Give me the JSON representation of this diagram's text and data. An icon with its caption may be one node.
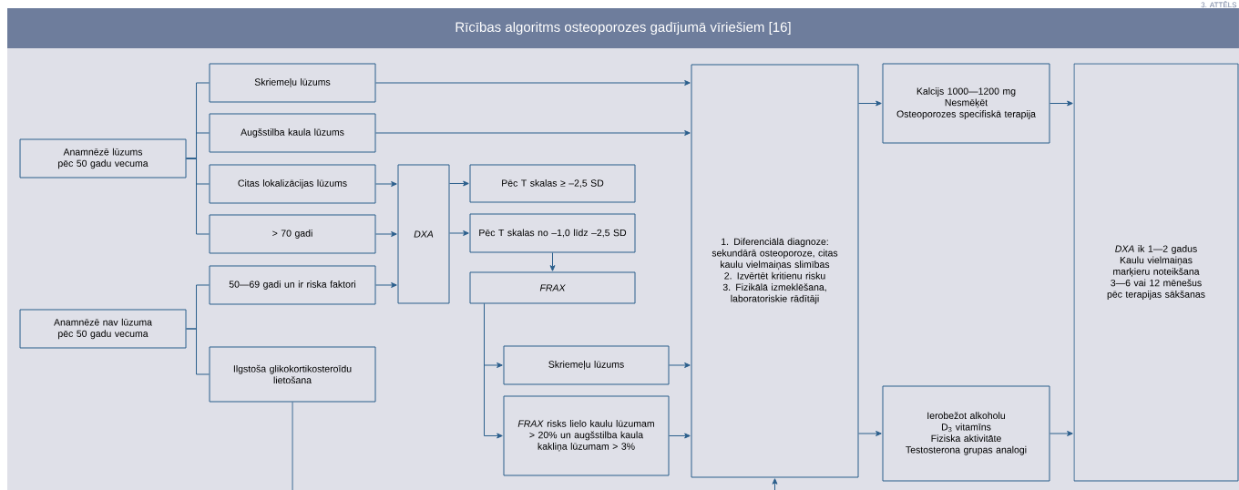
{
  "diagram": {
    "title": "Rīcības algoritms osteoporozes gadījumā vīriešiem [16]",
    "nodes": [
      {
        "text": [
          "Anamnēzē lūzums pēc 50 gadu vecuma"
        ]
      },
      {
        "text": [
          "Skriemeļu lūzums"
        ]
      },
      {
        "text": [
          "Augšstilba kaula lūzums"
        ]
      },
      {
        "text": [
          "Citas lokalizācijas lūzums"
        ]
      },
      {
        "text": [
          "> 70 gadi"
        ]
      },
      {
        "text": [
          "50—69 gadi un ir riska faktori"
        ]
      },
      {
        "text": [
          "Anamnēzē nav lūzuma pēc 50 gadu vecuma"
        ]
      },
      {
        "text": [
          "Ilgstoša glikokortikosteroīdu lietošana"
        ]
      },
      {
        "text": [
          "DXA"
        ]
      },
      {
        "text": [
          "Pēc T skalas ≥ –2,5 SD"
        ]
      },
      {
        "text": [
          "Pēc T skalas no –1,0 līdz –2,5 SD"
        ]
      },
      {
        "text": [
          "FRAX"
        ]
      },
      {
        "text": [
          "Skriemeļu lūzums"
        ]
      },
      {
        "text": [
          "*FRAX* risks lielo kaulu lūzumam > 20% un augšstilba kaula kakliņa lūzumam > 3%"
        ]
      },
      {
        "text": [
          "1. Diferenciālā diagnoze: sekundārā osteoporoze, citas kaulu vielmaiņas slimības",
          "2. Izvērtēt kritienu risku",
          "3. Fizikālā izmeklēšana, laboratoriskie rādītāji"
        ]
      },
      {
        "text": [
          "Kalcijs 1000—1200 mg",
          "Nesmēķēt",
          "Osteoporozes specifiskā terapija"
        ]
      },
      {
        "text": [
          "Ierobežot alkoholu",
          "D$_{3}$ vitamīns",
          "Fiziska aktivitāte",
          "Testosterona grupas analogi"
        ]
      },
      {
        "text": [
          "*DXA* ik 1—2 gadus",
          "Kaulu vielmaiņas marķieru noteikšana",
          "3—6 vai 12 mēnešus pēc terapijas sākšanas"
        ]
      }
    ],
    "edges": [
      {
        "from": 0,
        "to": 1,
        "arrow": "none"
      },
      {
        "from": 0,
        "to": 2,
        "arrow": "none"
      },
      {
        "from": 0,
        "to": 3,
        "arrow": "none"
      },
      {
        "from": 0,
        "to": 4,
        "arrow": "none"
      },
      {
        "from": 6,
        "to": 5,
        "arrow": "none"
      },
      {
        "from": 6,
        "to": 7,
        "arrow": "none"
      },
      {
        "from": 1,
        "to": 14,
        "arrow": "to"
      },
      {
        "from": 2,
        "to": 14,
        "arrow": "to"
      },
      {
        "from": 3,
        "to": 8,
        "arrow": "to"
      },
      {
        "from": 4,
        "to": 8,
        "arrow": "to"
      },
      {
        "from": 5,
        "to": 8,
        "arrow": "to"
      },
      {
        "from": 8,
        "to": 9,
        "arrow": "to"
      },
      {
        "from": 8,
        "to": 10,
        "arrow": "to"
      },
      {
        "from": 10,
        "to": 11,
        "arrow": "to"
      },
      {
        "from": 11,
        "to": 12,
        "arrow": "to"
      },
      {
        "from": 11,
        "to": 13,
        "arrow": "to"
      },
      {
        "from": 12,
        "to": 14,
        "arrow": "to"
      },
      {
        "from": 13,
        "to": 14,
        "arrow": "to"
      },
      {
        "from": 7,
        "to": null,
        "arrow": "none"
      },
      {
        "from": null,
        "to": 14,
        "arrow": "to"
      },
      {
        "from": 14,
        "to": 15,
        "arrow": "to"
      },
      {
        "from": 14,
        "to": 16,
        "arrow": "to"
      },
      {
        "from": 15,
        "to": 17,
        "arrow": "to"
      },
      {
        "from": 16,
        "to": 17,
        "arrow": "to"
      }
    ],
    "labels": [
      "3. ATTĒLS"
    ]
  }
}
